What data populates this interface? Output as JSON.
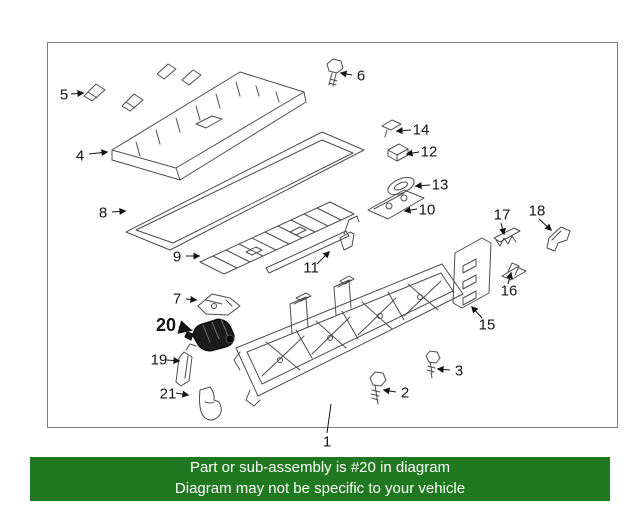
{
  "diagram": {
    "labels": {
      "l1": "1",
      "l2": "2",
      "l3": "3",
      "l4": "4",
      "l5": "5",
      "l6": "6",
      "l7": "7",
      "l8": "8",
      "l9": "9",
      "l10": "10",
      "l11": "11",
      "l12": "12",
      "l13": "13",
      "l14": "14",
      "l15": "15",
      "l16": "16",
      "l17": "17",
      "l18": "18",
      "l19": "19",
      "l20": "20",
      "l21": "21"
    },
    "highlighted_part_label": "20",
    "line_color": "#4d4d4d",
    "highlight_fill": "#1b1b1b"
  },
  "banner": {
    "line1": "Part or sub-assembly is #20 in diagram",
    "line2": "Diagram may not be specific to your vehicle",
    "background": "#207820",
    "text_color": "#ffffff"
  }
}
